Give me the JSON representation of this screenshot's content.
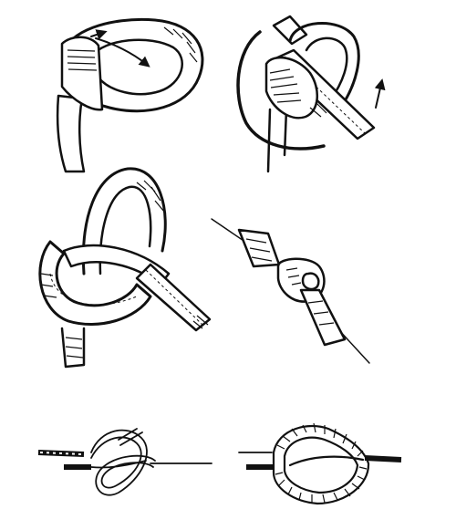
{
  "figure": {
    "panels": [
      {
        "id": "step-1",
        "arrow": "down-right"
      },
      {
        "id": "step-2",
        "arrow": "up"
      },
      {
        "id": "step-3"
      },
      {
        "id": "step-4"
      },
      {
        "id": "step-5"
      },
      {
        "id": "step-6"
      }
    ],
    "colors": {
      "ink": "#111111",
      "paper": "#ffffff"
    }
  }
}
